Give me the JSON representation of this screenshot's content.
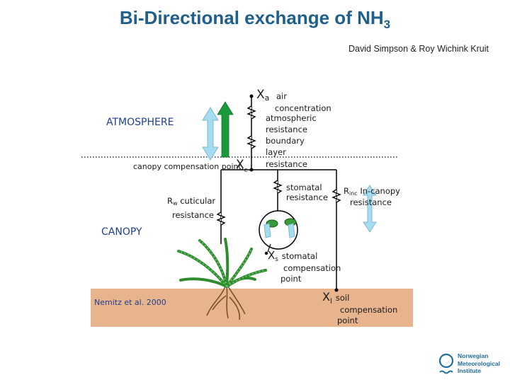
{
  "title": {
    "main": "Bi-Directional exchange of NH",
    "sub": "3"
  },
  "authors": "David Simpson & Roy Wichink Kruit",
  "labels": {
    "atmosphere": "ATMOSPHERE",
    "canopy": "CANOPY",
    "canopy_comp": "canopy compensation point,",
    "chi": "X",
    "sub_a": "a",
    "sub_c": "c",
    "sub_s": "s",
    "sub_l": "l",
    "air": "air",
    "air2": "concentration",
    "atm_res": "atmospheric",
    "atm_res2": "resistance",
    "bl": "boundary",
    "bl2": "layer",
    "bl3": "resistance",
    "stomatal": "stomatal",
    "stomatal2": "resistance",
    "rinc": "R",
    "rinc_sub": "inc",
    "rinc_txt": "In-canopy",
    "rinc_txt2": "resistance",
    "rw": "R",
    "rw_sub": "w",
    "rw_txt": "cuticular",
    "rw_txt2": "resistance",
    "xs_txt": "stomatal",
    "xs_txt2": "compensation",
    "xs_txt3": "point",
    "xl_txt": "soil",
    "xl_txt2": "compensation",
    "xl_txt3": "point",
    "reference": "Nemitz et al. 2000"
  },
  "logo": {
    "line1": "Norwegian",
    "line2": "Meteorological",
    "line3": "Institute"
  },
  "colors": {
    "soil": "#e8b48e",
    "flux_arrow": "#a6dcef",
    "green_arrow": "#1a9a3a",
    "title": "#1f5f8b"
  }
}
